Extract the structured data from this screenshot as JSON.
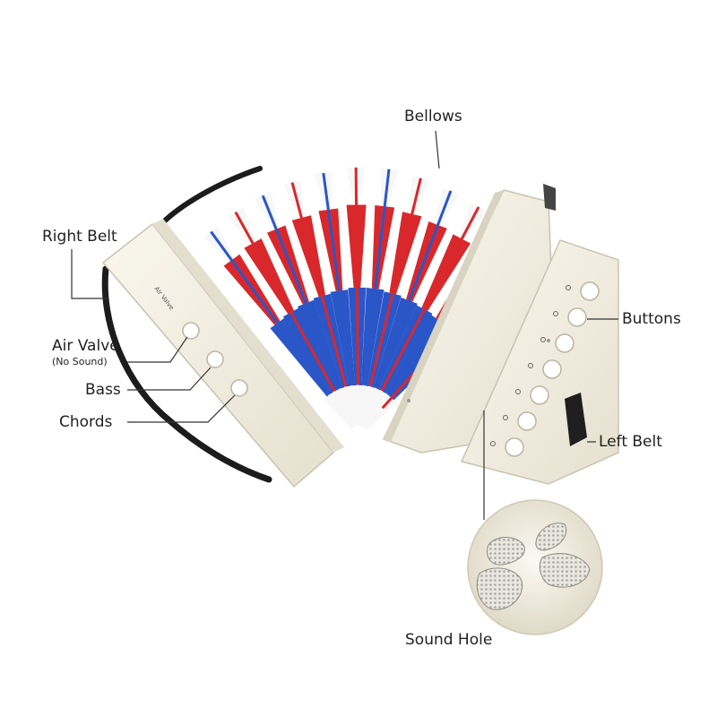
{
  "labels": {
    "bellows": "Bellows",
    "right_belt": "Right Belt",
    "air_valve": "Air Valve",
    "air_valve_note": "(No Sound)",
    "bass": "Bass",
    "chords": "Chords",
    "buttons": "Buttons",
    "left_belt": "Left Belt",
    "sound_hole": "Sound Hole"
  },
  "instrument": {
    "case_text": "Air Valve",
    "treble_button_count": 7,
    "bass_button_count": 3,
    "bellows_fold_count": 12
  },
  "colors": {
    "case": "#f3efe2",
    "bellows_red": "#d8282b",
    "bellows_blue": "#2a56c8",
    "bellows_white": "#f7f7f7",
    "strap": "#1c1c1c",
    "leader": "#333333"
  }
}
